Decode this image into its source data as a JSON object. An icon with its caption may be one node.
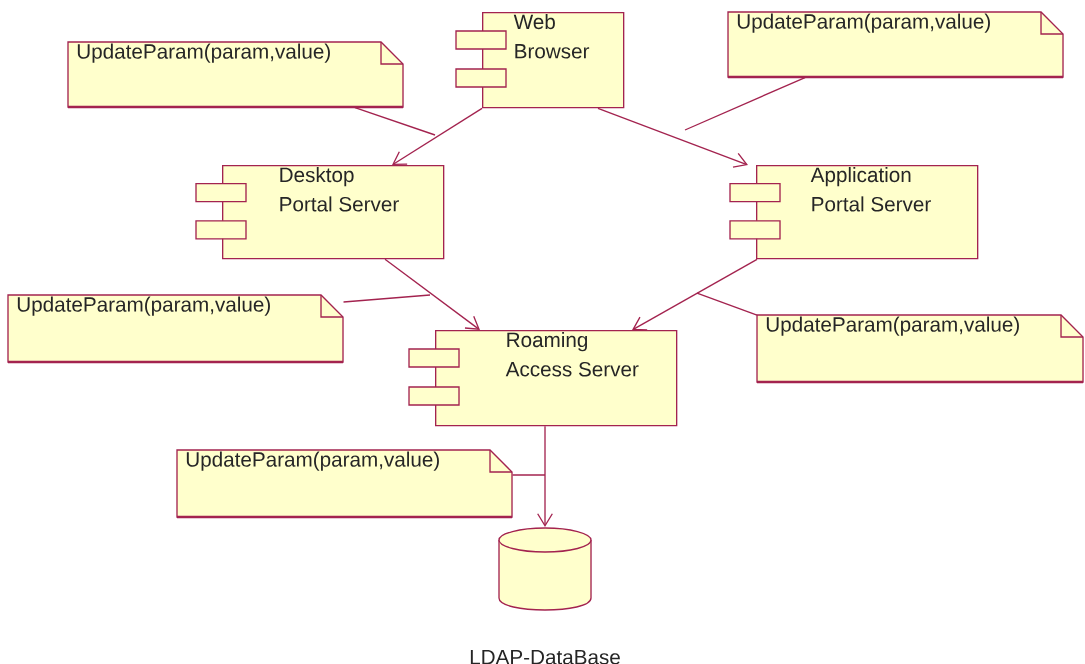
{
  "diagram": {
    "nodes": [
      {
        "text": [
          "Web Browser"
        ]
      },
      {
        "text": [
          "Desktop Portal Server"
        ]
      },
      {
        "text": [
          "Application Portal Server"
        ]
      },
      {
        "text": [
          "Roaming Access Server"
        ]
      },
      {
        "text": [
          "LDAP-DataBase"
        ]
      },
      {
        "text": [
          "UpdateParam(param,value)"
        ]
      },
      {
        "text": [
          "UpdateParam(param,value)"
        ]
      },
      {
        "text": [
          "UpdateParam(param,value)"
        ]
      },
      {
        "text": [
          "UpdateParam(param,value)"
        ]
      },
      {
        "text": [
          "UpdateParam(param,value)"
        ]
      }
    ],
    "edges": [
      {
        "from": 0,
        "to": 1,
        "arrow": "to"
      },
      {
        "from": 0,
        "to": 2,
        "arrow": "to"
      },
      {
        "from": 1,
        "to": 3,
        "arrow": "to"
      },
      {
        "from": 2,
        "to": 3,
        "arrow": "to"
      },
      {
        "from": 3,
        "to": 4,
        "arrow": "to"
      },
      {
        "from": 5,
        "to": null,
        "arrow": "none"
      },
      {
        "from": 6,
        "to": null,
        "arrow": "none"
      },
      {
        "from": 7,
        "to": null,
        "arrow": "none"
      },
      {
        "from": 8,
        "to": null,
        "arrow": "none"
      },
      {
        "from": 9,
        "to": null,
        "arrow": "none"
      }
    ]
  }
}
